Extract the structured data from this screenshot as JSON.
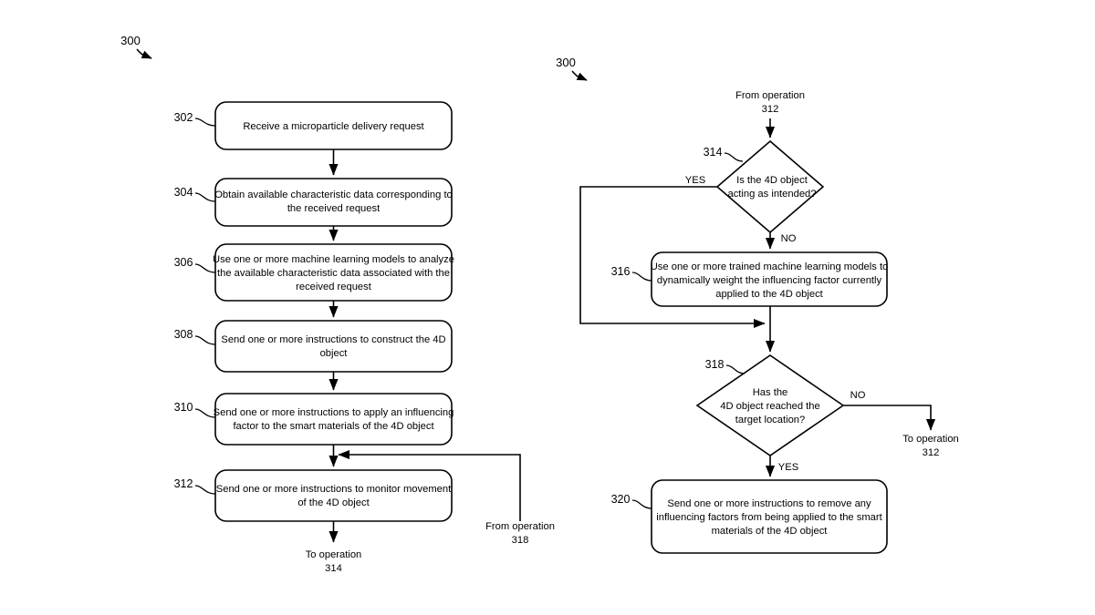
{
  "figure": {
    "type": "patent-flowchart",
    "colors": {
      "ink": "#000000",
      "background": "#ffffff"
    },
    "panels": [
      {
        "id": "left-panel",
        "figure_number": "300",
        "nodes": [
          {
            "ref": "302",
            "shape": "rounded-rect",
            "text_lines": [
              "Receive a microparticle delivery request"
            ]
          },
          {
            "ref": "304",
            "shape": "rounded-rect",
            "text_lines": [
              "Obtain available characteristic data corresponding to",
              "the received request"
            ]
          },
          {
            "ref": "306",
            "shape": "rounded-rect",
            "text_lines": [
              "Use one or more machine learning models to analyze",
              "the available characteristic data associated with the",
              "received request"
            ]
          },
          {
            "ref": "308",
            "shape": "rounded-rect",
            "text_lines": [
              "Send one or more instructions to construct the 4D",
              "object"
            ]
          },
          {
            "ref": "310",
            "shape": "rounded-rect",
            "text_lines": [
              "Send one or more instructions to apply an influencing",
              "factor to the smart materials of the 4D object"
            ]
          },
          {
            "ref": "312",
            "shape": "rounded-rect",
            "text_lines": [
              "Send one or more instructions to monitor movement",
              "of the 4D object"
            ]
          }
        ],
        "connector_labels": [
          {
            "id": "to-314",
            "lines": [
              "To operation",
              "314"
            ]
          },
          {
            "id": "from-318",
            "lines": [
              "From operation",
              "318"
            ]
          }
        ]
      },
      {
        "id": "right-panel",
        "figure_number": "300",
        "nodes": [
          {
            "ref": "314",
            "shape": "diamond",
            "text_lines": [
              "Is the 4D object",
              "acting as intended?"
            ]
          },
          {
            "ref": "316",
            "shape": "rounded-rect",
            "text_lines": [
              "Use one or more trained machine learning models to",
              "dynamically weight the influencing factor currently",
              "applied to the 4D object"
            ]
          },
          {
            "ref": "318",
            "shape": "diamond",
            "text_lines": [
              "Has the",
              "4D object reached the",
              "target location?"
            ]
          },
          {
            "ref": "320",
            "shape": "rounded-rect",
            "text_lines": [
              "Send one or more instructions to remove any",
              "influencing factors from being applied to the smart",
              "materials of the 4D object"
            ]
          }
        ],
        "edge_labels": [
          {
            "id": "314-yes",
            "text": "YES"
          },
          {
            "id": "314-no",
            "text": "NO"
          },
          {
            "id": "318-no",
            "text": "NO"
          },
          {
            "id": "318-yes",
            "text": "YES"
          }
        ],
        "connector_labels": [
          {
            "id": "from-312",
            "lines": [
              "From operation",
              "312"
            ]
          },
          {
            "id": "to-312",
            "lines": [
              "To operation",
              "312"
            ]
          }
        ]
      }
    ]
  }
}
